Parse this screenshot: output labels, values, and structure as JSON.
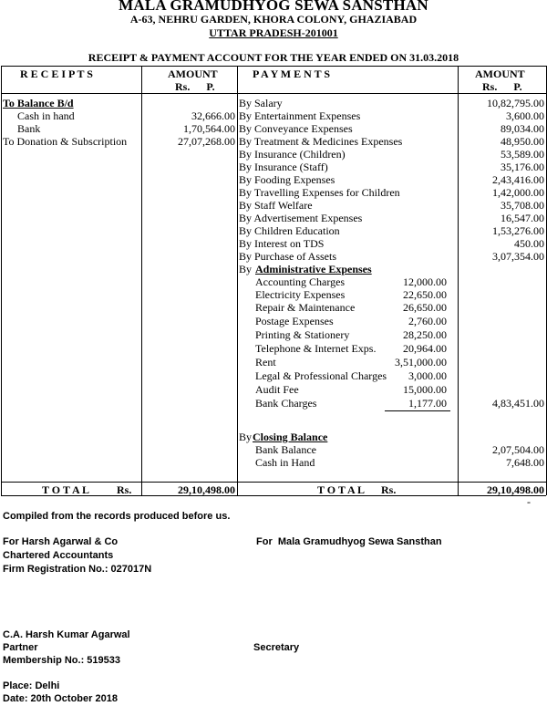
{
  "header": {
    "org_name": "MALA GRAMUDHYOG SEWA SANSTHAN",
    "address": "A-63, NEHRU GARDEN, KHORA COLONY, GHAZIABAD",
    "state": "UTTAR PRADESH-201001",
    "statement_title": "RECEIPT & PAYMENT ACCOUNT FOR THE YEAR ENDED ON 31.03.2018"
  },
  "table": {
    "receipts_header": "R E C E I P T S",
    "payments_header": "P A Y M E N T S",
    "amount_header": "AMOUNT",
    "currency_header": "Rs.      P.",
    "receipts": [
      {
        "label": "To Balance B/d",
        "amount": "",
        "style": "bold-underline",
        "indent": 0
      },
      {
        "label": "Cash in hand",
        "amount": "32,666.00",
        "style": "",
        "indent": 1
      },
      {
        "label": "Bank",
        "amount": "1,70,564.00",
        "style": "",
        "indent": 1
      },
      {
        "label": "To Donation & Subscription",
        "amount": "27,07,268.00",
        "style": "",
        "indent": 0
      }
    ],
    "payments": [
      {
        "label": "By Salary",
        "amount": "10,82,795.00"
      },
      {
        "label": "By Entertainment Expenses",
        "amount": "3,600.00"
      },
      {
        "label": "By Conveyance Expenses",
        "amount": "89,034.00"
      },
      {
        "label": "By Treatment & Medicines Expenses",
        "amount": "48,950.00"
      },
      {
        "label": "By Insurance (Children)",
        "amount": "53,589.00"
      },
      {
        "label": "By Insurance (Staff)",
        "amount": "35,176.00"
      },
      {
        "label": "By Fooding Expenses",
        "amount": "2,43,416.00"
      },
      {
        "label": "By Travelling Expenses for Children",
        "amount": "1,42,000.00"
      },
      {
        "label": "By Staff Welfare",
        "amount": "35,708.00"
      },
      {
        "label": "By Advertisement Expenses",
        "amount": "16,547.00"
      },
      {
        "label": "By Children Education",
        "amount": "1,53,276.00"
      },
      {
        "label": "By Interest on TDS",
        "amount": "450.00"
      },
      {
        "label": "By Purchase of Assets",
        "amount": "3,07,354.00"
      }
    ],
    "admin_prefix": "By",
    "admin_heading": "Administrative Expenses",
    "admin_items": [
      {
        "label": "Accounting Charges",
        "amount": "12,000.00"
      },
      {
        "label": "Electricity Expenses",
        "amount": "22,650.00"
      },
      {
        "label": "Repair & Maintenance",
        "amount": "26,650.00"
      },
      {
        "label": "Postage Expenses",
        "amount": "2,760.00"
      },
      {
        "label": "Printing & Stationery",
        "amount": "28,250.00"
      },
      {
        "label": "Telephone & Internet Exps.",
        "amount": "20,964.00"
      },
      {
        "label": "Rent",
        "amount": "3,51,000.00"
      },
      {
        "label": "Legal & Professional Charges",
        "amount": "3,000.00"
      },
      {
        "label": "Audit Fee",
        "amount": "15,000.00"
      },
      {
        "label": "Bank Charges",
        "amount": "1,177.00"
      }
    ],
    "admin_total": "4,83,451.00",
    "closing_prefix": "By",
    "closing_heading": "Closing Balance",
    "closing_items": [
      {
        "label": "Bank Balance",
        "amount": "2,07,504.00"
      },
      {
        "label": "Cash in Hand",
        "amount": "7,648.00"
      }
    ],
    "total_label": "T O T A L",
    "total_rs": "Rs.",
    "receipts_total": "29,10,498.00",
    "payments_total": "29,10,498.00",
    "stray_mark": "-"
  },
  "footer": {
    "compiled_note": "Compiled from the records produced before us.",
    "auditor_firm": "For Harsh Agarwal & Co",
    "auditor_title": "Chartered Accountants",
    "firm_reg": "Firm Registration No.: 027017N",
    "org_sign": "For  Mala Gramudhyog Sewa Sansthan",
    "ca_name": "C.A. Harsh Kumar Agarwal",
    "ca_role": "Partner",
    "membership": "Membership No.: 519533",
    "secretary": "Secretary",
    "place": "Place: Delhi",
    "date": "Date: 20th October 2018"
  }
}
